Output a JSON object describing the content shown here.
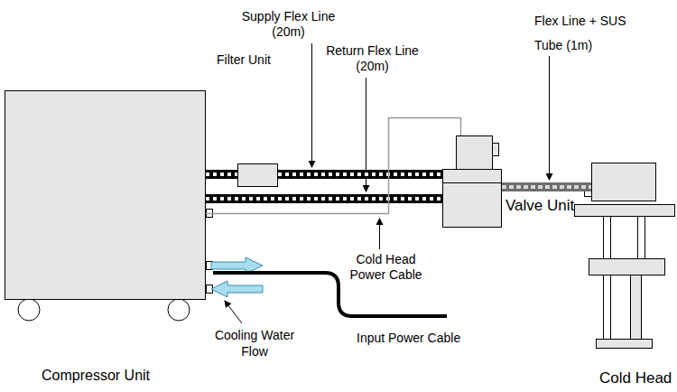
{
  "diagram": {
    "nodes": [
      {
        "text": [
          "Compressor Unit"
        ]
      },
      {
        "text": [
          "Valve Unit"
        ]
      },
      {
        "text": [
          "Cold Head"
        ]
      }
    ],
    "edges": [
      {
        "from": 0,
        "to": 1,
        "arrow": "none"
      },
      {
        "from": 0,
        "to": 1,
        "arrow": "none"
      },
      {
        "from": 0,
        "to": 1,
        "arrow": "none"
      },
      {
        "from": 1,
        "to": 2,
        "arrow": "none"
      }
    ],
    "labels": [
      "Supply Flex Line (20m)",
      "Filter Unit",
      "Return Flex Line (20m)",
      "Flex Line + SUS Tube (1m)",
      "Cold Head Power Cable",
      "Cooling Water Flow",
      "Input Power Cable"
    ]
  }
}
